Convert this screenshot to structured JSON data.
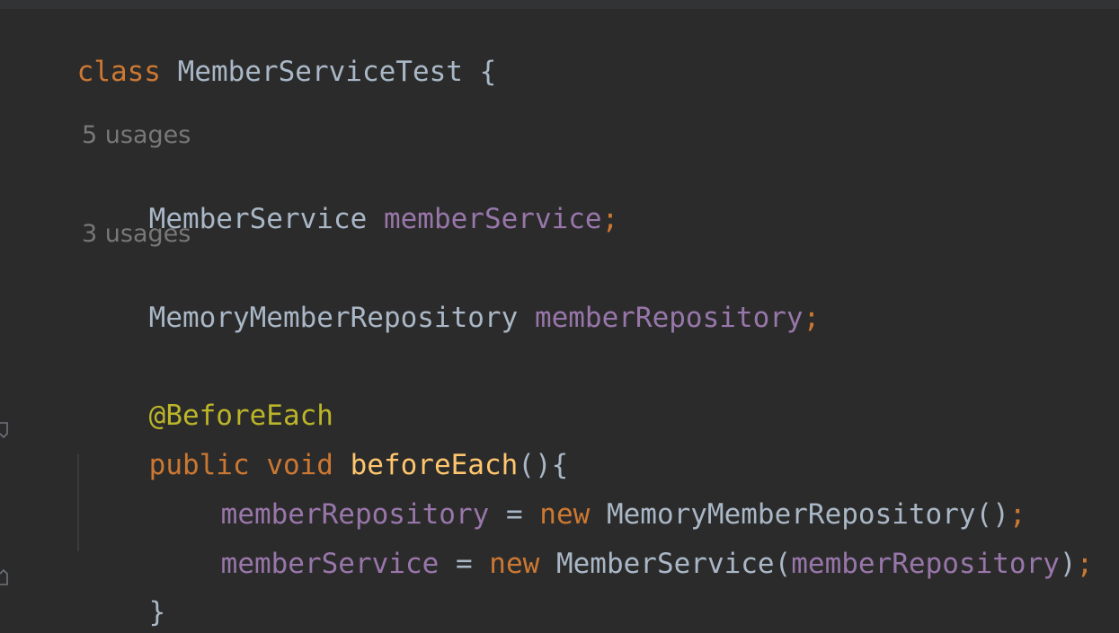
{
  "code": {
    "line1": {
      "kw": "class",
      "name": "MemberServiceTest",
      "brace": "{"
    },
    "hint1": "5 usages",
    "line2": {
      "type": "MemberService",
      "field": "memberService",
      "semi": ";"
    },
    "hint2": "3 usages",
    "line3": {
      "type": "MemoryMemberRepository",
      "field": "memberRepository",
      "semi": ";"
    },
    "line4": {
      "annotation": "@BeforeEach"
    },
    "line5": {
      "kw_public": "public",
      "kw_void": "void",
      "method": "beforeEach",
      "rest": "(){"
    },
    "line6": {
      "field": "memberRepository",
      "eq": " = ",
      "kw_new": "new",
      "ctor": "MemoryMemberRepository()",
      "semi": ";"
    },
    "line7": {
      "field": "memberService",
      "eq": " = ",
      "kw_new": "new",
      "ctor": "MemberService(",
      "arg": "memberRepository",
      "close": ")",
      "semi": ";"
    },
    "line8": {
      "brace": "}"
    }
  },
  "icons": {
    "gutter_method": "method-override-gutter-icon",
    "gutter_fold": "fold-end-gutter-icon"
  },
  "colors": {
    "background": "#2b2b2b",
    "keyword": "#cc7832",
    "field": "#9876aa",
    "annotation": "#bbb529",
    "method": "#ffc66d",
    "text": "#a9b7c6",
    "hint": "#787878"
  }
}
